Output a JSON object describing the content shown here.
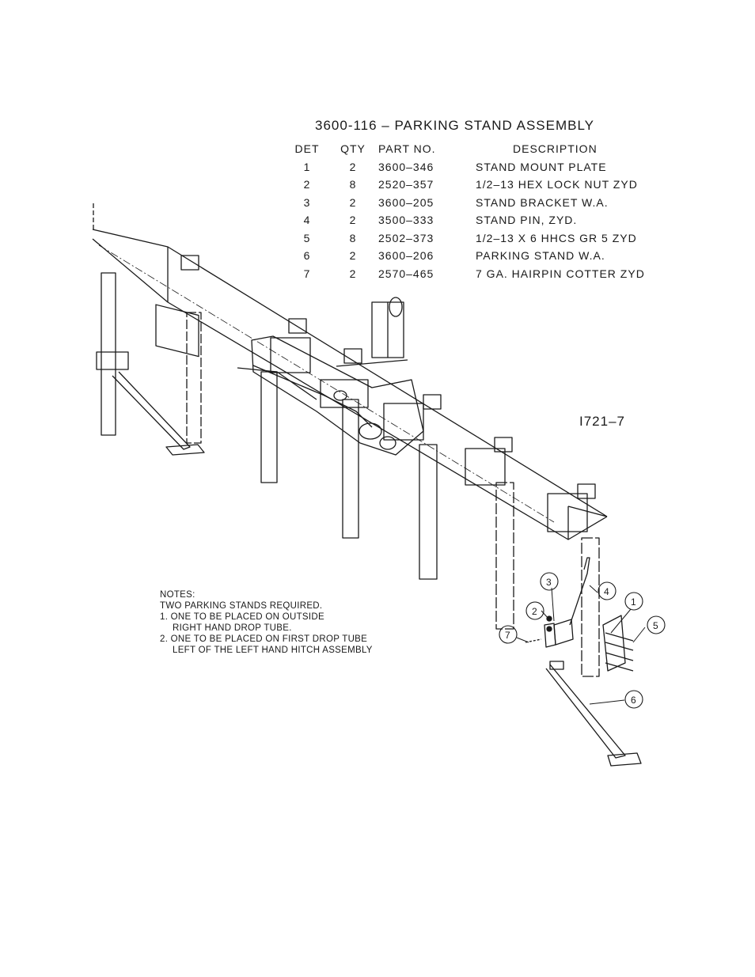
{
  "title": "3600-116 – PARKING STAND ASSEMBLY",
  "parts_table": {
    "headers": {
      "det": "DET",
      "qty": "QTY",
      "part_no": "PART NO.",
      "description": "DESCRIPTION"
    },
    "rows": [
      {
        "det": "1",
        "qty": "2",
        "part_no": "3600–346",
        "description": "STAND MOUNT PLATE"
      },
      {
        "det": "2",
        "qty": "8",
        "part_no": "2520–357",
        "description": "1/2–13 HEX LOCK NUT ZYD"
      },
      {
        "det": "3",
        "qty": "2",
        "part_no": "3600–205",
        "description": "STAND BRACKET W.A."
      },
      {
        "det": "4",
        "qty": "2",
        "part_no": "3500–333",
        "description": "STAND PIN, ZYD."
      },
      {
        "det": "5",
        "qty": "8",
        "part_no": "2502–373",
        "description": "1/2–13 X 6 HHCS GR 5 ZYD"
      },
      {
        "det": "6",
        "qty": "2",
        "part_no": "3600–206",
        "description": "PARKING STAND W.A."
      },
      {
        "det": "7",
        "qty": "2",
        "part_no": "2570–465",
        "description": "7 GA. HAIRPIN COTTER ZYD"
      }
    ]
  },
  "drawing_number": "I721–7",
  "notes": {
    "heading": "NOTES:",
    "line1": "TWO PARKING STANDS REQUIRED.",
    "item1_a": "1.  ONE TO BE PLACED ON OUTSIDE",
    "item1_b": "RIGHT HAND DROP TUBE.",
    "item2_a": "2.  ONE TO BE PLACED ON FIRST DROP TUBE",
    "item2_b": "LEFT OF THE LEFT HAND HITCH ASSEMBLY"
  },
  "callouts": {
    "c1": "1",
    "c2": "2",
    "c3": "3",
    "c4": "4",
    "c5": "5",
    "c6": "6",
    "c7": "7"
  }
}
